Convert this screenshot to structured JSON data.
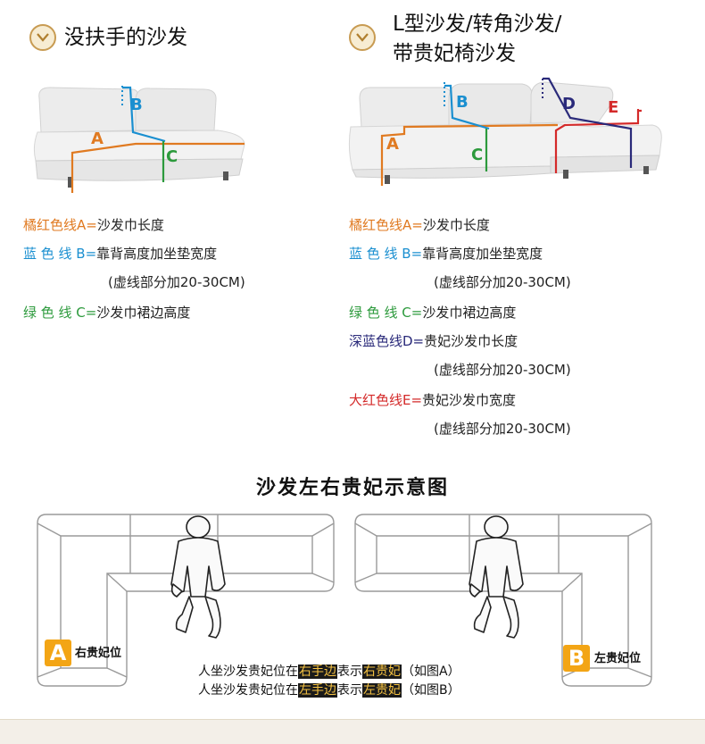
{
  "left_section": {
    "heading": "没扶手的沙发",
    "diagram_letters": {
      "a": "A",
      "b": "B",
      "c": "C"
    },
    "legend": [
      {
        "key": "橘红色线A=",
        "text": "沙发巾长度",
        "color": "#e07a21"
      },
      {
        "key": "蓝 色 线 B=",
        "text": "靠背高度加坐垫宽度",
        "color": "#1a8fd0"
      },
      {
        "note": "(虚线部分加20-30CM)"
      },
      {
        "key": "绿 色 线 C=",
        "text": "沙发巾裙边高度",
        "color": "#2c9a3c"
      }
    ]
  },
  "right_section": {
    "heading_line1": "L型沙发/转角沙发/",
    "heading_line2": "带贵妃椅沙发",
    "diagram_letters": {
      "a": "A",
      "b": "B",
      "c": "C",
      "d": "D",
      "e": "E"
    },
    "legend": [
      {
        "key": "橘红色线A=",
        "text": "沙发巾长度",
        "color": "#e07a21"
      },
      {
        "key": "蓝 色 线 B=",
        "text": "靠背高度加坐垫宽度",
        "color": "#1a8fd0"
      },
      {
        "note": "(虚线部分加20-30CM)"
      },
      {
        "key": "绿 色 线 C=",
        "text": "沙发巾裙边高度",
        "color": "#2c9a3c"
      },
      {
        "key": "深蓝色线D=",
        "text": "贵妃沙发巾长度",
        "color": "#2a2a7a"
      },
      {
        "note": "(虚线部分加20-30CM)"
      },
      {
        "key": "大红色线E=",
        "text": "贵妃沙发巾宽度",
        "color": "#d42a2a"
      },
      {
        "note": "(虚线部分加20-30CM)"
      }
    ]
  },
  "chaise_section": {
    "title": "沙发左右贵妃示意图",
    "left_tag": {
      "letter": "A",
      "label": "右贵妃位"
    },
    "right_tag": {
      "letter": "B",
      "label": "左贵妃位"
    },
    "note_line1": {
      "prefix": "人坐沙发贵妃位在",
      "hl1": "右手边",
      "mid": "表示",
      "hl2": "右贵妃",
      "suffix": "（如图A）"
    },
    "note_line2": {
      "prefix": "人坐沙发贵妃位在",
      "hl1": "左手边",
      "mid": "表示",
      "hl2": "左贵妃",
      "suffix": "（如图B）"
    }
  },
  "colors": {
    "orange": "#e07a21",
    "blue": "#1a8fd0",
    "green": "#2c9a3c",
    "navy": "#2a2a7a",
    "red": "#d42a2a",
    "tag_yellow": "#f3a515",
    "badge_gold": "#c89b52"
  },
  "icons": [
    "chevron-down-icon",
    "person-icon"
  ]
}
